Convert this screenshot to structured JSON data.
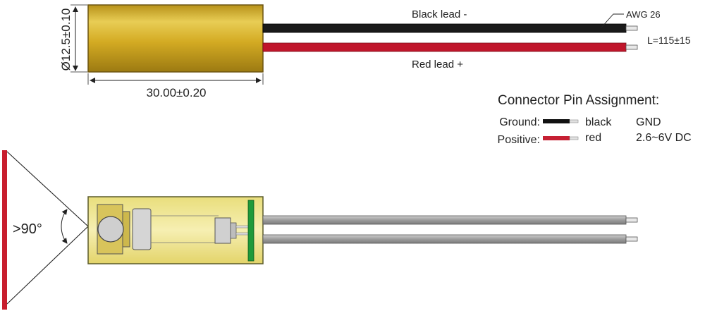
{
  "top_view": {
    "diameter_label": "Ø12.5±0.10",
    "length_label": "30.00±0.20",
    "black_lead_label": "Black lead -",
    "red_lead_label": "Red lead +",
    "awg_label": "AWG 26",
    "lead_length_label": "L=115±15"
  },
  "connector": {
    "title": "Connector Pin Assignment:",
    "rows": [
      {
        "name": "Ground:",
        "color_name": "black",
        "value": "GND",
        "wire_color": "#111111"
      },
      {
        "name": "Positive:",
        "color_name": "red",
        "value": "2.6~6V DC",
        "wire_color": "#c62033"
      }
    ]
  },
  "bottom_view": {
    "angle_label": ">90°"
  },
  "colors": {
    "brass": "#d9b52a",
    "brass_light": "#f2e48a",
    "red_wire": "#c0152b",
    "black_wire": "#1a1a1a",
    "grey_wire": "#a8a8a8",
    "pcb_green": "#1f9a3a",
    "beam_red": "#c81e2e"
  }
}
